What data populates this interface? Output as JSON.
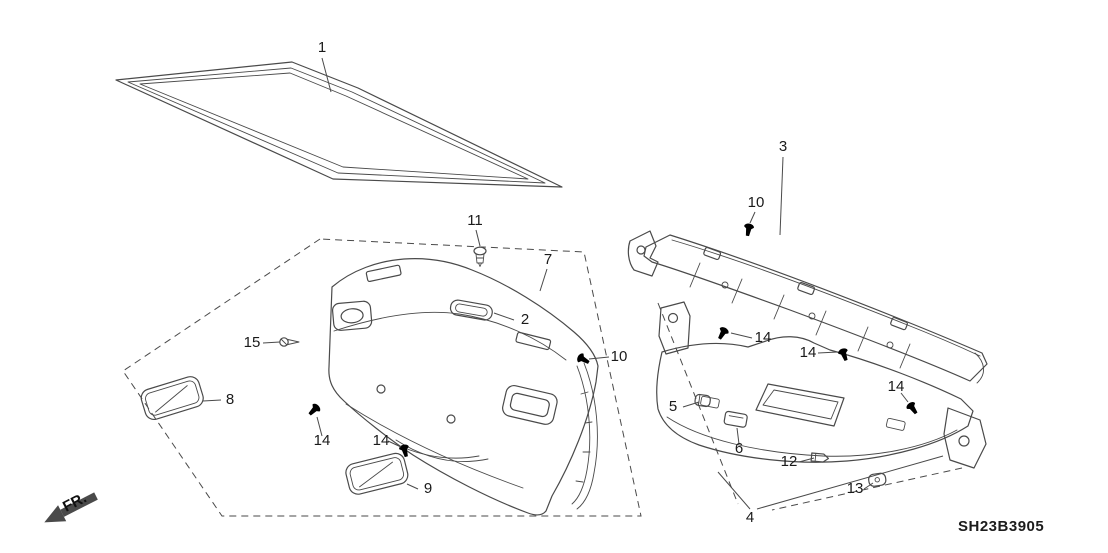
{
  "style": {
    "background": "#ffffff",
    "line_color": "#4a4a4a",
    "label_color": "#1a1a1a"
  },
  "diagram": {
    "code": "SH23B3905",
    "direction_label": "FR."
  },
  "part_labels": [
    {
      "text": "1"
    },
    {
      "text": "11"
    },
    {
      "text": "7"
    },
    {
      "text": "3"
    },
    {
      "text": "10"
    },
    {
      "text": "2"
    },
    {
      "text": "10"
    },
    {
      "text": "15"
    },
    {
      "text": "8"
    },
    {
      "text": "14"
    },
    {
      "text": "14"
    },
    {
      "text": "9"
    },
    {
      "text": "5"
    },
    {
      "text": "14"
    },
    {
      "text": "14"
    },
    {
      "text": "6"
    },
    {
      "text": "12"
    },
    {
      "text": "14"
    },
    {
      "text": "13"
    },
    {
      "text": "4"
    }
  ]
}
